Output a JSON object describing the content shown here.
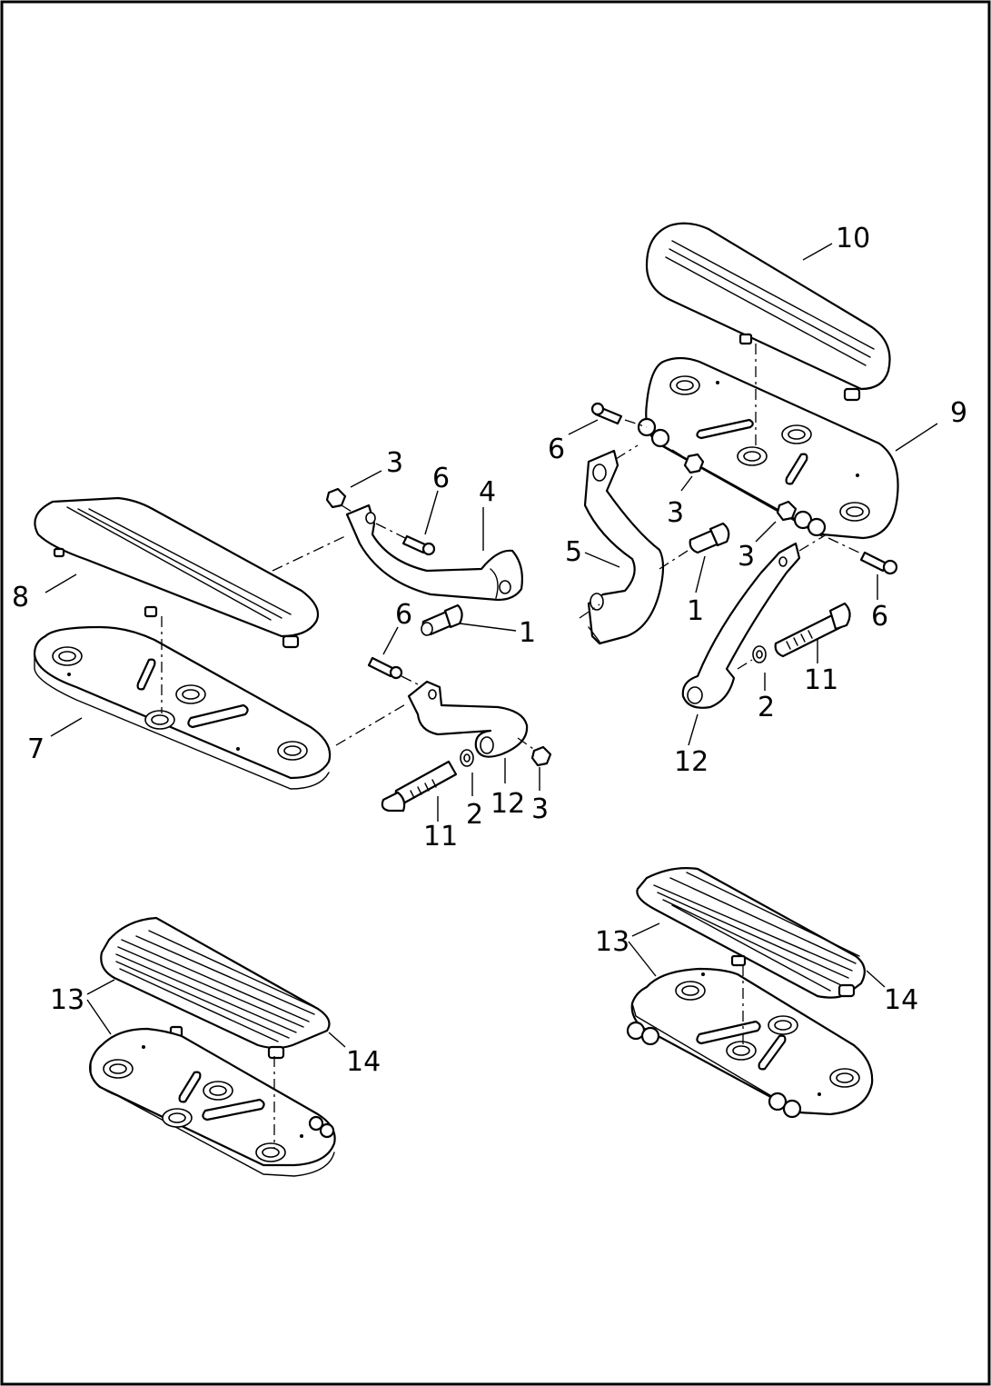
{
  "diagram": {
    "callouts": {
      "c1a": "1",
      "c1b": "1",
      "c2a": "2",
      "c2b": "2",
      "c3a": "3",
      "c3b": "3",
      "c3c": "3",
      "c3d": "3",
      "c4": "4",
      "c5": "5",
      "c6a": "6",
      "c6b": "6",
      "c6c": "6",
      "c6d": "6",
      "c7": "7",
      "c8": "8",
      "c9": "9",
      "c10": "10",
      "c11a": "11",
      "c11b": "11",
      "c12a": "12",
      "c12b": "12",
      "c13a": "13",
      "c13b": "13",
      "c14a": "14",
      "c14b": "14"
    }
  }
}
